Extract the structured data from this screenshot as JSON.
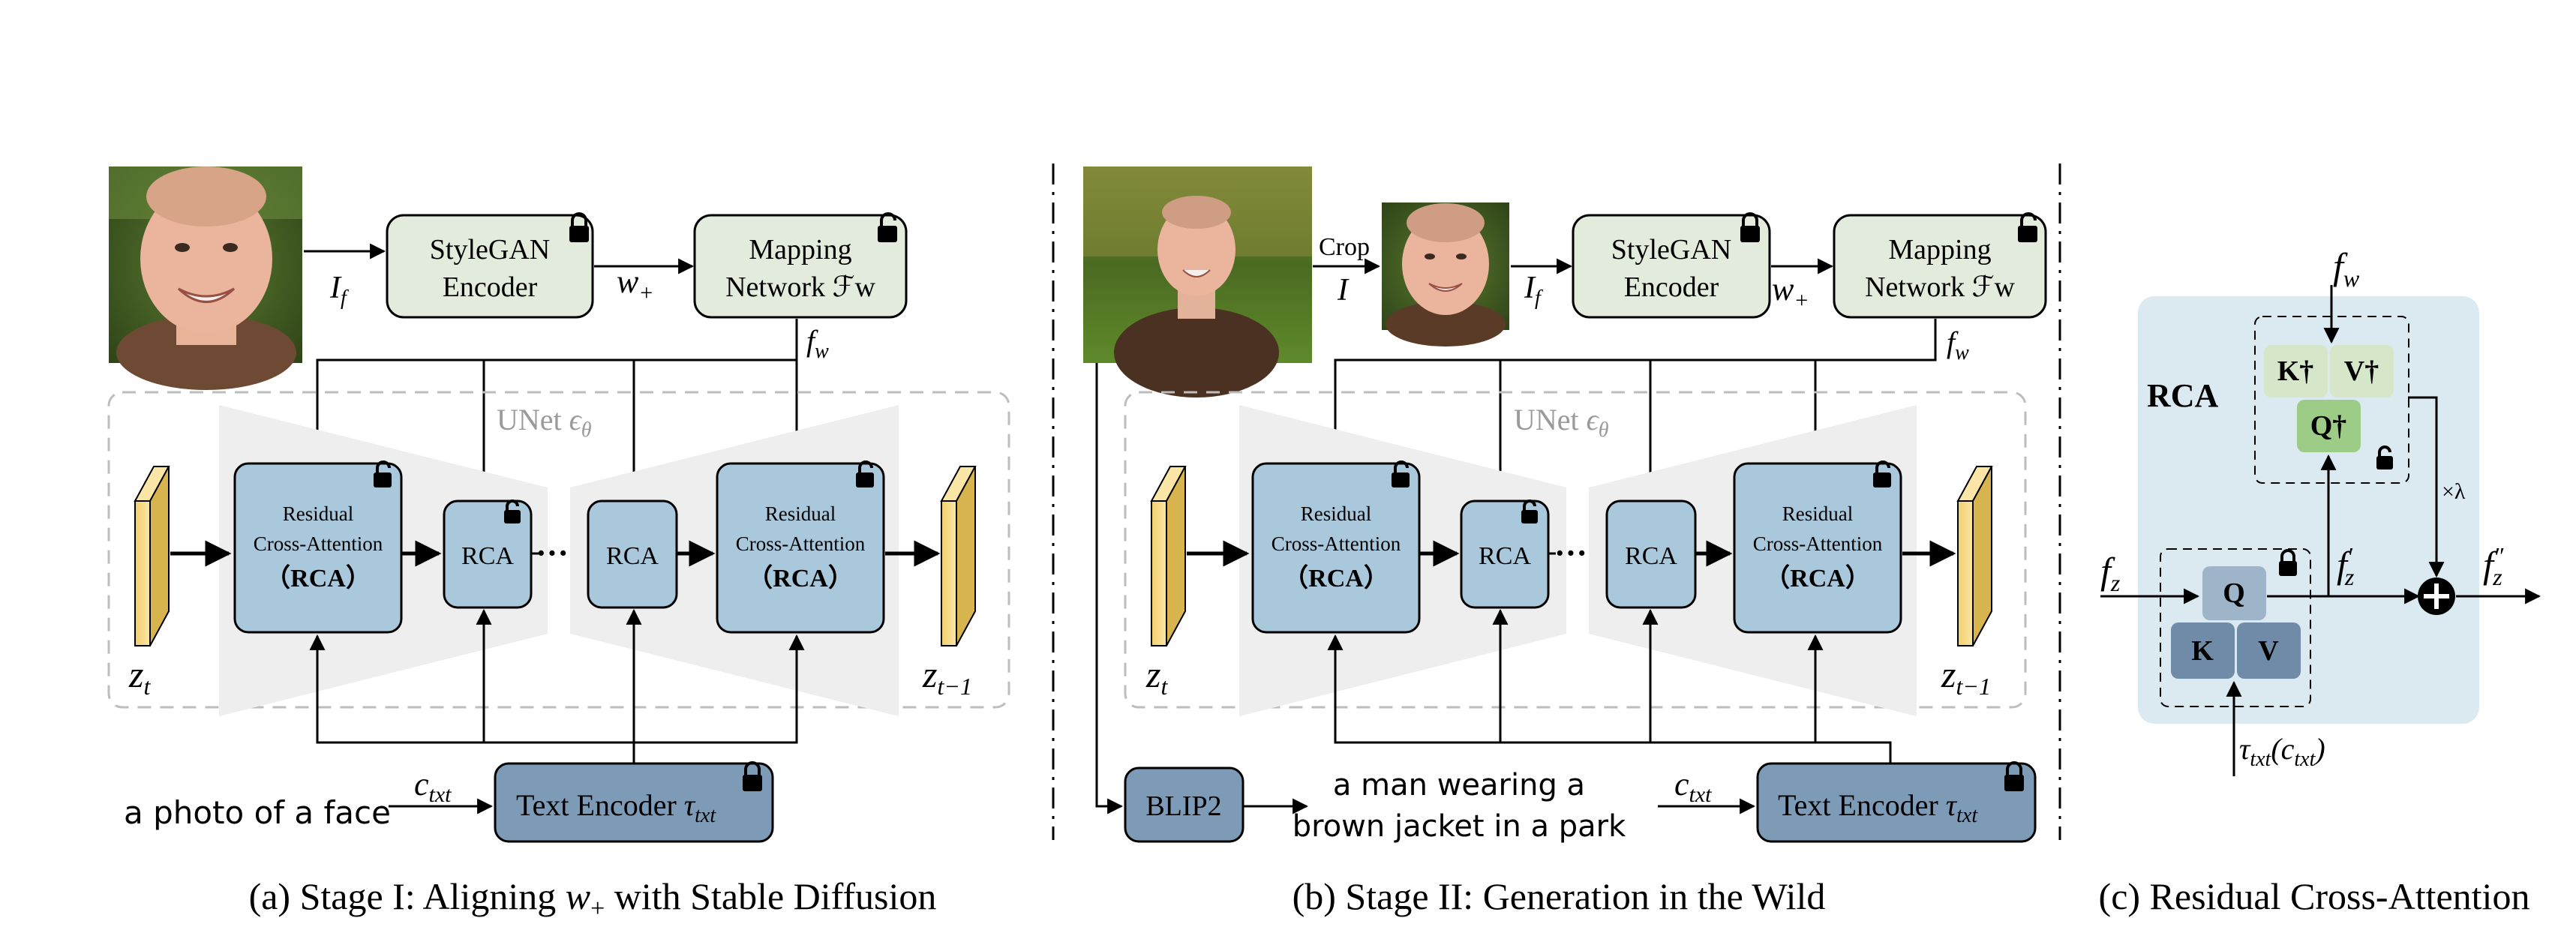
{
  "panel_a": {
    "stylegan_encoder": [
      "StyleGAN",
      "Encoder"
    ],
    "mapping_network": [
      "Mapping",
      "Network ℱw"
    ],
    "label_if": "If",
    "label_wplus": "w+",
    "label_fw": "fw",
    "unet_label": "UNet ϵθ",
    "big_block": [
      "Residual",
      "Cross-Attention",
      "（RCA）"
    ],
    "rca": "RCA",
    "dots": "···",
    "zt": "zt",
    "zt1": "zt−1",
    "ctxt": "ctxt",
    "prompt": "a photo of a face",
    "text_encoder": "Text Encoder τtxt",
    "caption": "(a) Stage I: Aligning w+ with Stable Diffusion"
  },
  "panel_b": {
    "crop_label": "Crop",
    "label_i": "I",
    "label_if": "If",
    "stylegan_encoder": [
      "StyleGAN",
      "Encoder"
    ],
    "label_wplus": "w+",
    "mapping_network": [
      "Mapping",
      "Network ℱw"
    ],
    "label_fw": "fw",
    "unet_label": "UNet ϵθ",
    "big_block": [
      "Residual",
      "Cross-Attention",
      "（RCA）"
    ],
    "rca": "RCA",
    "dots": "···",
    "zt": "zt",
    "zt1": "zt−1",
    "blip2": "BLIP2",
    "generated_caption": [
      "a man wearing a",
      "brown jacket in a park"
    ],
    "ctxt": "ctxt",
    "text_encoder": "Text Encoder τtxt",
    "caption": "(b) Stage II: Generation in the Wild"
  },
  "panel_c": {
    "title": "RCA",
    "k_dagger": "K†",
    "v_dagger": "V†",
    "q_dagger": "Q†",
    "q": "Q",
    "k": "K",
    "v": "V",
    "fw": "fw",
    "fz": "fz",
    "fz_prime": "f′z",
    "fz_double_prime": "f″z",
    "lambda": "×λ",
    "tau_input": "τtxt(ctxt)",
    "caption": "(c) Residual Cross-Attention"
  },
  "colors": {
    "encoder_fill": "#e3ecdc",
    "block_fill": "#a9c8dc",
    "dark_block_fill": "#7d9bb7",
    "latent_fill": "#f7dd8d",
    "unet_bg": "#eeeeee",
    "rca_panel_bg": "#dbe9f1",
    "k_v_fill": "#d6e6c9",
    "q_dagger_fill": "#9ccc86",
    "q_fill": "#9db4c9",
    "kv_fill": "#6f8ba8"
  }
}
